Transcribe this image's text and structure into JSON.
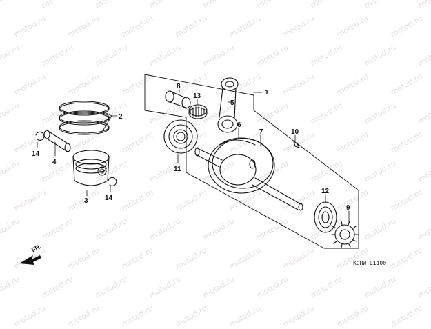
{
  "watermark": "motod.ru",
  "front_label": "FR.",
  "diagram_code": "KCHW-E1100",
  "callouts": {
    "c1": "1",
    "c2": "2",
    "c3": "3",
    "c4": "4",
    "c5": "5",
    "c6": "6",
    "c7": "7",
    "c8": "8",
    "c9": "9",
    "c10": "10",
    "c11": "11",
    "c12": "12",
    "c13": "13",
    "c14a": "14",
    "c14b": "14"
  },
  "colors": {
    "line": "#111111",
    "watermark": "#e6dede",
    "background": "#ffffff"
  }
}
